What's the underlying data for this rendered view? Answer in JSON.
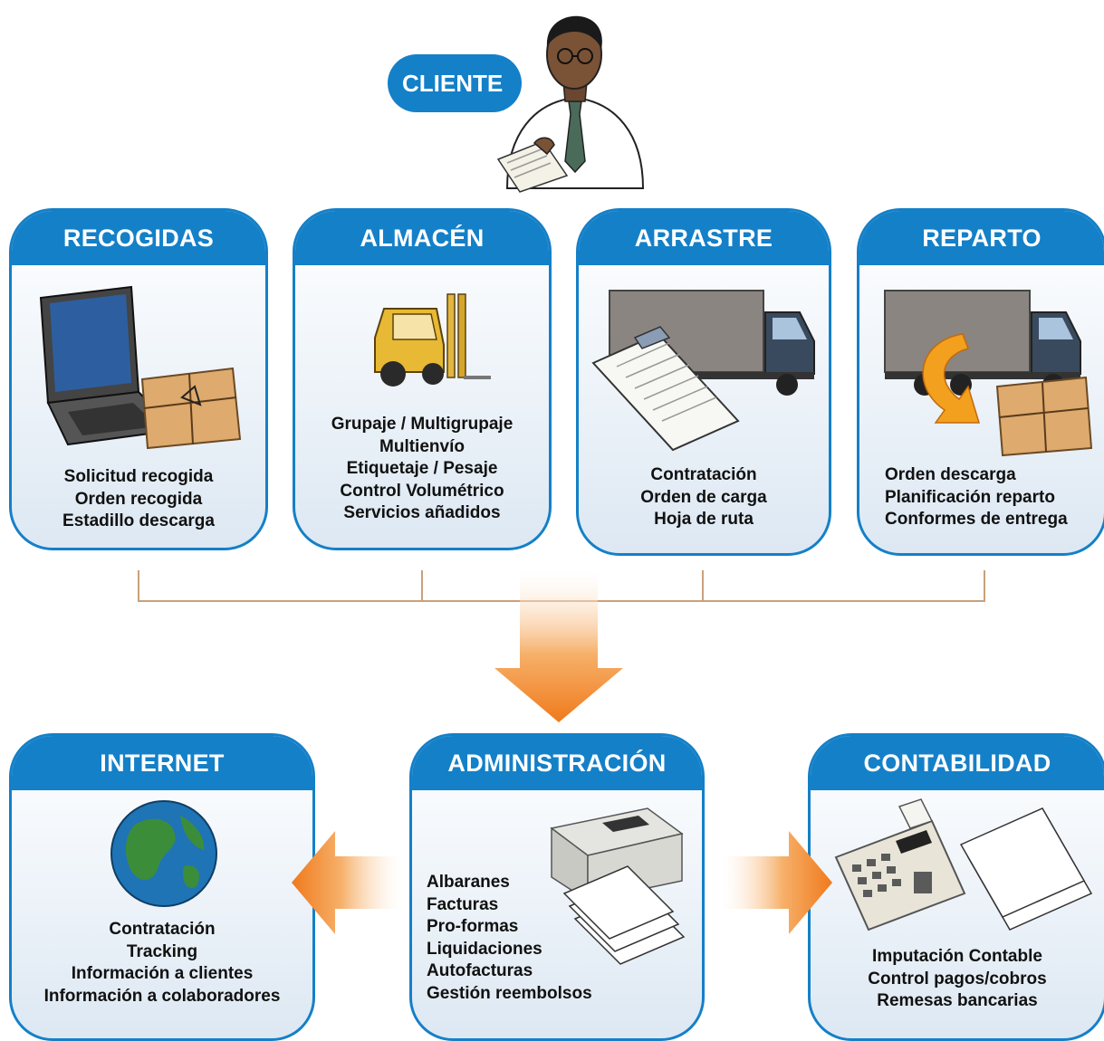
{
  "client": {
    "label": "CLIENTE",
    "icon": "businessman-reading-icon"
  },
  "operations": [
    {
      "title": "RECOGIDAS",
      "icon": "laptop-package-icon",
      "items": [
        "Solicitud recogida",
        "Orden recogida",
        "Estadillo descarga"
      ]
    },
    {
      "title": "ALMACÉN",
      "icon": "forklift-icon",
      "items": [
        "Grupaje / Multigrupaje",
        "Multienvío",
        "Etiquetaje / Pesaje",
        "Control Volumétrico",
        "Servicios añadidos"
      ]
    },
    {
      "title": "ARRASTRE",
      "icon": "truck-clipboard-icon",
      "items": [
        "Contratación",
        "Orden de carga",
        "Hoja de ruta"
      ]
    },
    {
      "title": "REPARTO",
      "icon": "truck-package-icon",
      "items": [
        "Orden descarga",
        "Planificación reparto",
        "Conformes de entrega"
      ]
    }
  ],
  "back_office": [
    {
      "title": "INTERNET",
      "icon": "globe-icon",
      "items": [
        "Contratación",
        "Tracking",
        "Información a clientes",
        "Información a colaboradores"
      ]
    },
    {
      "title": "ADMINISTRACIÓN",
      "icon": "printer-documents-icon",
      "items": [
        "Albaranes",
        "Facturas",
        "Pro-formas",
        "Liquidaciones",
        "Autofacturas",
        "Gestión reembolsos"
      ]
    },
    {
      "title": "CONTABILIDAD",
      "icon": "calculator-documents-icon",
      "items": [
        "Imputación Contable",
        "Control pagos/cobros",
        "Remesas bancarias"
      ]
    }
  ],
  "colors": {
    "primary": "#1480c8",
    "arrow": "#f07a1c",
    "connector": "#c9a07a"
  }
}
